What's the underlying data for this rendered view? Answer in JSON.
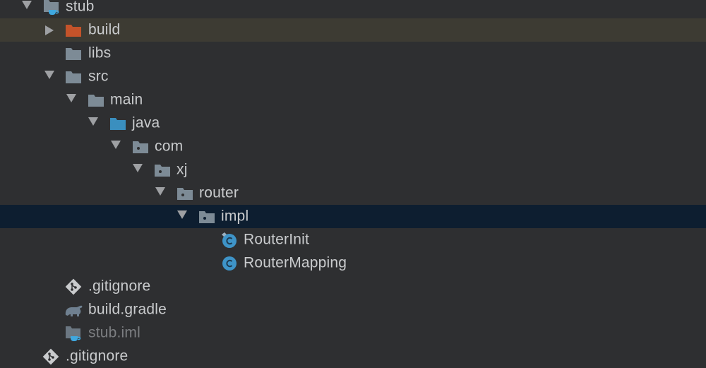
{
  "project_tree": {
    "colors": {
      "background": "#2e2f31",
      "selected_row": "#0d1e30",
      "excluded_row": "#3d3b33",
      "folder_gray": "#7d8b96",
      "folder_excluded": "#c4532a",
      "folder_source": "#3a8fbf",
      "class_icon": "#3e94c8",
      "module_cup": "#3fa8e0",
      "text": "#c9cbcd",
      "text_dim": "#7c7e81"
    },
    "items": [
      {
        "label": "stub",
        "type": "module",
        "expanded": true,
        "depth": 0
      },
      {
        "label": "build",
        "type": "folder-excluded",
        "expanded": false,
        "depth": 1
      },
      {
        "label": "libs",
        "type": "folder",
        "depth": 1
      },
      {
        "label": "src",
        "type": "folder",
        "expanded": true,
        "depth": 1
      },
      {
        "label": "main",
        "type": "folder",
        "expanded": true,
        "depth": 2
      },
      {
        "label": "java",
        "type": "folder-source",
        "expanded": true,
        "depth": 3
      },
      {
        "label": "com",
        "type": "package",
        "expanded": true,
        "depth": 4
      },
      {
        "label": "xj",
        "type": "package",
        "expanded": true,
        "depth": 5
      },
      {
        "label": "router",
        "type": "package",
        "expanded": true,
        "depth": 6
      },
      {
        "label": "impl",
        "type": "package",
        "expanded": true,
        "depth": 7,
        "selected": true
      },
      {
        "label": "RouterInit",
        "type": "class",
        "depth": 8
      },
      {
        "label": "RouterMapping",
        "type": "class",
        "depth": 8
      },
      {
        "label": ".gitignore",
        "type": "git-file",
        "depth": 1
      },
      {
        "label": "build.gradle",
        "type": "gradle-file",
        "depth": 1
      },
      {
        "label": "stub.iml",
        "type": "iml-file",
        "depth": 1
      },
      {
        "label": ".gitignore",
        "type": "git-file",
        "depth": 0
      }
    ]
  }
}
